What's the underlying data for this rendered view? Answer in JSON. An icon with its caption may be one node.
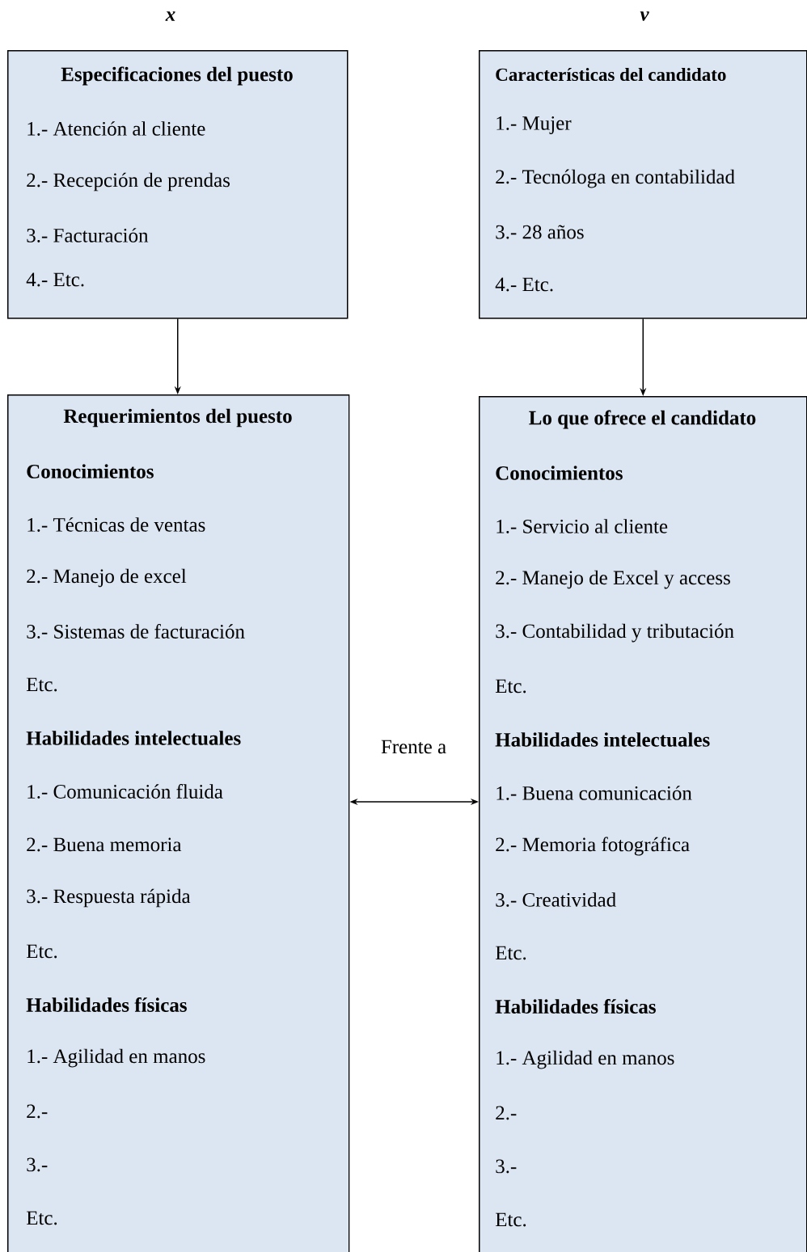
{
  "diagram": {
    "nodes": [
      {
        "text": [
          "Especificaciones del puesto",
          "1.- Atención al cliente",
          "2.- Recepción de prendas",
          "3.- Facturación",
          "4.- Etc."
        ]
      },
      {
        "text": [
          "Características del candidato",
          "1.- Mujer",
          "2.- Tecnóloga en contabilidad",
          "3.- 28 años",
          "4.- Etc."
        ]
      },
      {
        "text": [
          "Requerimientos del puesto",
          "Conocimientos",
          "1.- Técnicas de ventas",
          "2.- Manejo de excel",
          "3.- Sistemas de facturación",
          "Etc.",
          "Habilidades intelectuales",
          "1.- Comunicación fluida",
          "2.- Buena memoria",
          "3.- Respuesta rápida",
          "Etc.",
          "Habilidades físicas",
          "1.- Agilidad en manos",
          "2.-",
          "3.-",
          "Etc."
        ]
      },
      {
        "text": [
          "Lo que ofrece el candidato",
          "Conocimientos",
          "1.- Servicio al cliente",
          "2.- Manejo de Excel y access",
          "3.- Contabilidad y tributación",
          "Etc.",
          "Habilidades intelectuales",
          "1.- Buena comunicación",
          "2.- Memoria fotográfica",
          "3.- Creatividad",
          "Etc.",
          "Habilidades físicas",
          "1.- Agilidad en manos",
          "2.-",
          "3.-",
          "Etc."
        ]
      }
    ],
    "edges": [
      {
        "from": 0,
        "to": 2,
        "arrow": "to"
      },
      {
        "from": 1,
        "to": 3,
        "arrow": "to"
      },
      {
        "from": 2,
        "to": 3,
        "arrow": "both",
        "label": "Frente a"
      }
    ],
    "labels": [
      "x",
      "v"
    ]
  }
}
